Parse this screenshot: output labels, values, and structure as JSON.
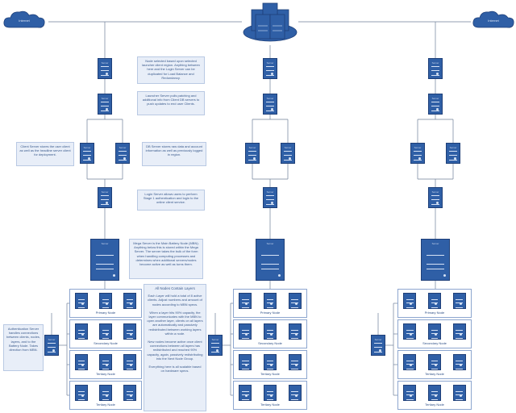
{
  "clouds": {
    "left": "Internet",
    "right": "Internet"
  },
  "server_label": "Server",
  "notes": {
    "launcher": "Node selected based upon selected launcher client region. Anything between here and the Login Server can be duplicated for Load Balance and Redundancy.",
    "launcher_pull": "Launcher Server pulls patching and additional info from Client DB servers to push updates to end user Clients.",
    "client_server": "Client Server stores the user client as well as the headline server client for deployment.",
    "db_server": "DB Server stores raw data and account information as well as previously logged in region.",
    "login": "Login Server allows users to perform Stage 1 authentication and login to the online client service.",
    "mega": "Mega Server is the Main Battery Node (MBN). Anything below this is stored within the Mega Server. The server takes the bulk of the form when handling computing processes and determines when additional servers/nodes become active as well as turns them.",
    "auth": "Authentication Server handles connections between clients, nodes, layers, and to the Battery Node. Takes direction from MBN."
  },
  "layers_panel": {
    "title": "All Nodes Contain Layers",
    "paragraphs": [
      "Each Layer will hold a total of 8 active clients. Adjust numbers and amount of nodes according to MBN specs.",
      "When a layer hits 90% capacity, the layer communicates with the MBN to open another layer, clients on all layers are automatically and passively redistributed between working layers within a node.",
      "New nodes become active once client connections between all layers has redistributed and reached 90% capacity, again, passively redistributing into the Next Node Group.",
      "Everything here is all scalable based on hardware specs."
    ]
  },
  "tiers": [
    "Primary Node",
    "Secondary Node",
    "Tertiary Node",
    "Tertiary Node"
  ]
}
